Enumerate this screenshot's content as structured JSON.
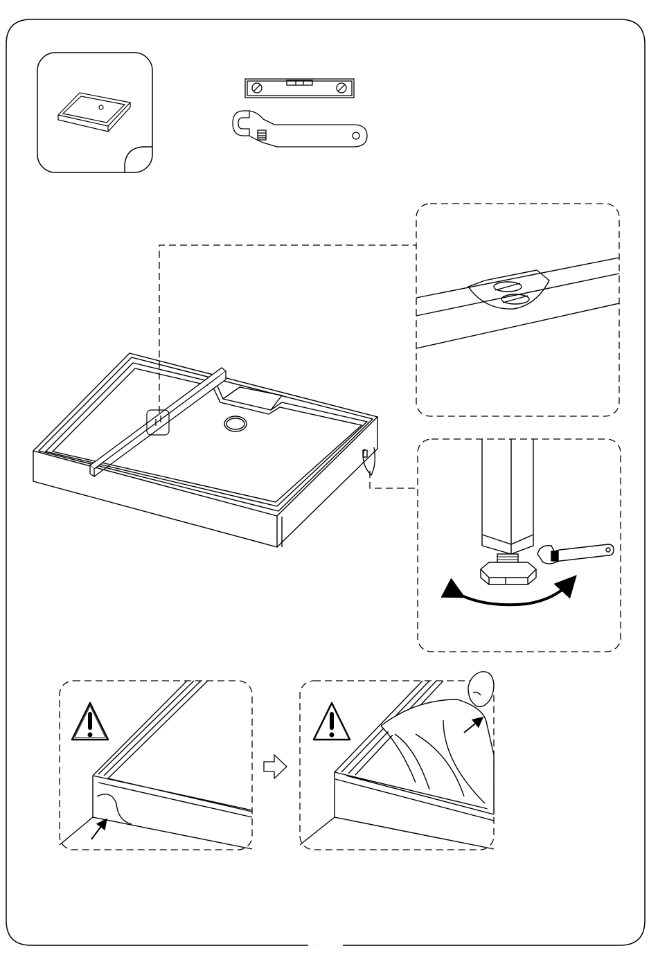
{
  "page": {
    "number": "."
  },
  "illustration": {
    "part_thumbnail": "shower-tray-part-icon",
    "tools": [
      "spirit-level-icon",
      "adjustable-wrench-icon"
    ],
    "main_view": "shower-tray-with-level-on-top",
    "detail_level": "spirit-level-bubble-detail",
    "detail_foot": "adjustable-foot-detail",
    "step_warning_left": "warning-icon",
    "step_arrow": "next-step-arrow-icon",
    "step_warning_right": "warning-icon",
    "colors": {
      "line": "#000000",
      "paper": "#ffffff"
    }
  }
}
